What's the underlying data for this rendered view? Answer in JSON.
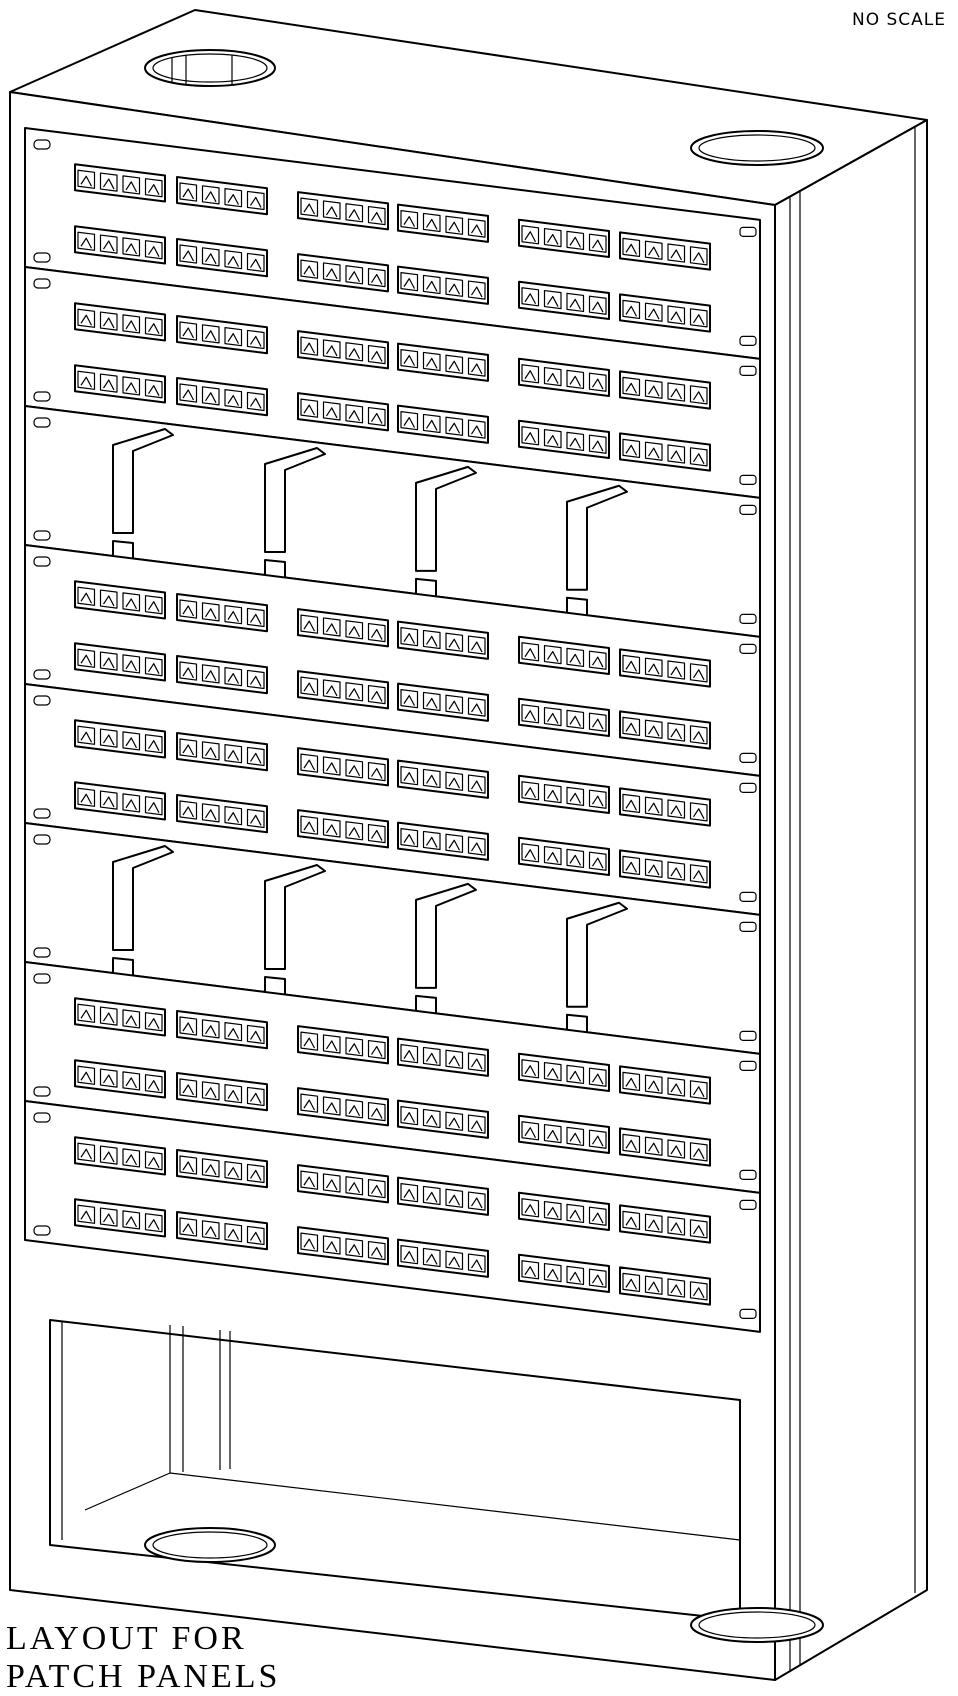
{
  "drawing": {
    "scale_note": "NO SCALE",
    "title_lines": [
      "LAYOUT FOR",
      "PATCH PANELS"
    ]
  },
  "rack": {
    "rack_units_top_to_bottom": [
      "patch-panel",
      "patch-panel",
      "cable-manager",
      "patch-panel",
      "patch-panel",
      "cable-manager",
      "patch-panel",
      "patch-panel"
    ],
    "patch_panel": {
      "port_rows": 2,
      "port_groups_per_row": 6,
      "ports_per_group": 4
    },
    "cable_manager": {
      "d_rings": 4
    }
  }
}
